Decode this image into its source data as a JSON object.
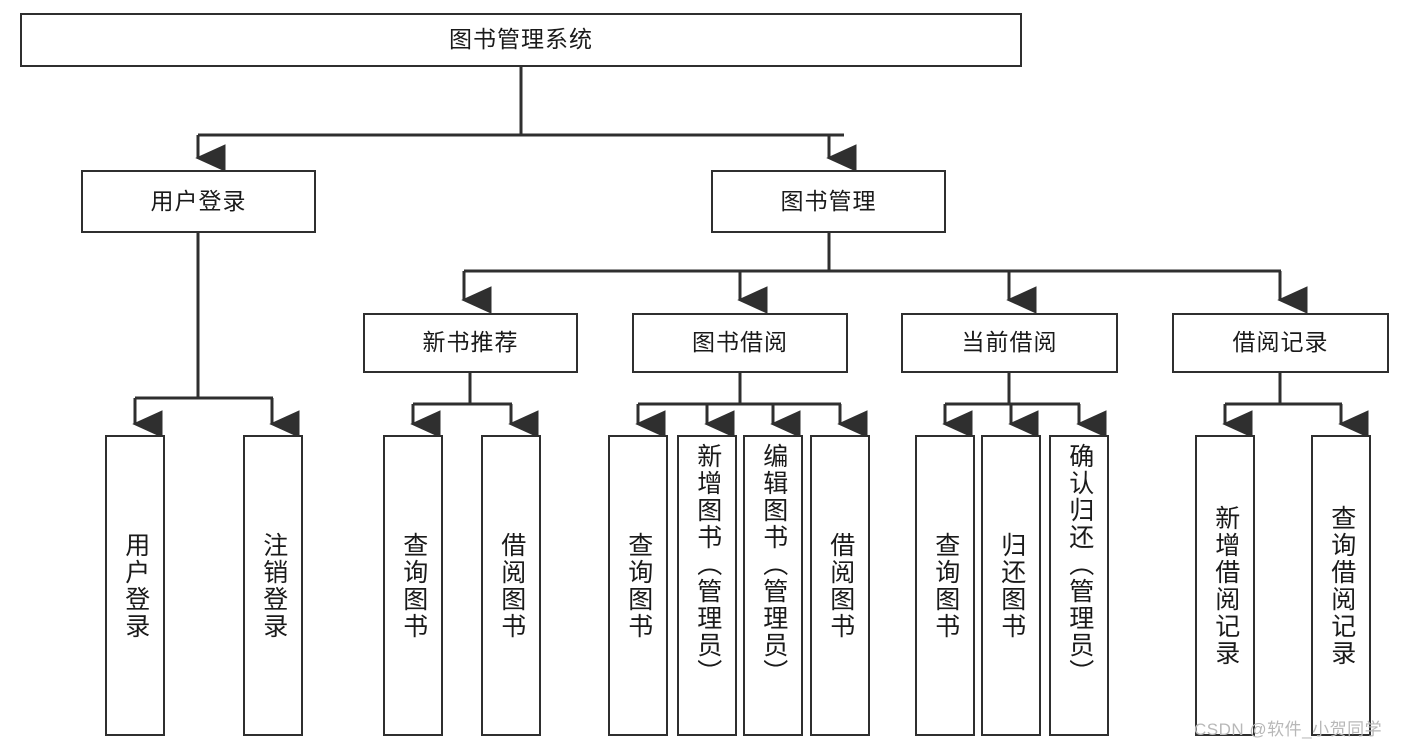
{
  "diagram": {
    "title": "图书管理系统",
    "type": "tree-hierarchy",
    "watermark": "CSDN @软件_小贺同学",
    "colors": {
      "box_border": "#2f2f2f",
      "box_fill": "#ffffff",
      "edge": "#2f2f2f",
      "text": "#1a1a1a",
      "watermark": "#b8b8b8",
      "background": "#ffffff"
    },
    "nodes": {
      "root": {
        "label": "图书管理系统"
      },
      "level2": [
        {
          "label": "用户登录"
        },
        {
          "label": "图书管理"
        }
      ],
      "level3": [
        {
          "label": "新书推荐"
        },
        {
          "label": "图书借阅"
        },
        {
          "label": "当前借阅"
        },
        {
          "label": "借阅记录"
        }
      ],
      "leaves": {
        "user_login": [
          {
            "label": "用户登录"
          },
          {
            "label": "注销登录"
          }
        ],
        "new_book_recommend": [
          {
            "label": "查询图书"
          },
          {
            "label": "借阅图书"
          }
        ],
        "book_borrow": [
          {
            "label": "查询图书"
          },
          {
            "label": "新增图书（管理员）"
          },
          {
            "label": "编辑图书（管理员）"
          },
          {
            "label": "借阅图书"
          }
        ],
        "current_borrow": [
          {
            "label": "查询图书"
          },
          {
            "label": "归还图书"
          },
          {
            "label": "确认归还（管理员）"
          }
        ],
        "borrow_record": [
          {
            "label": "新增借阅记录"
          },
          {
            "label": "查询借阅记录"
          }
        ]
      }
    }
  }
}
